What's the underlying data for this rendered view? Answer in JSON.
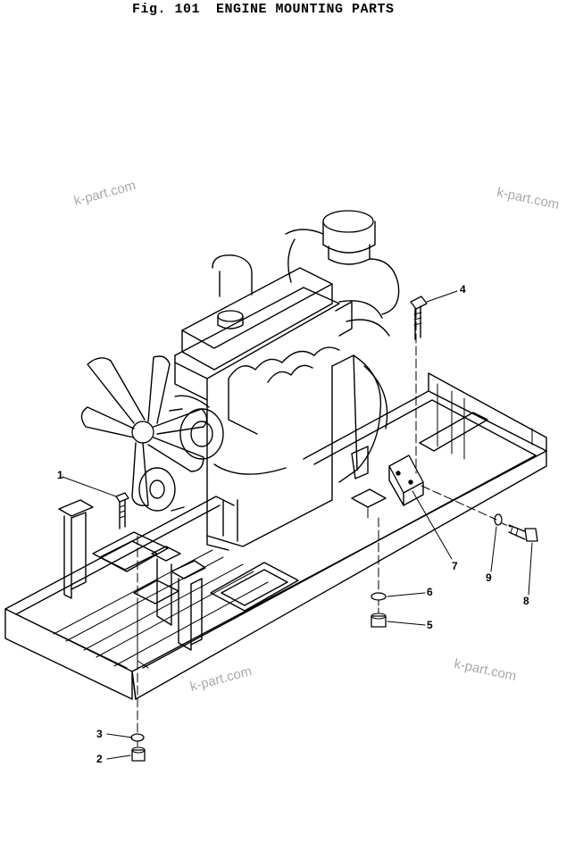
{
  "header": {
    "fig": "Fig. 101",
    "title": "ENGINE MOUNTING PARTS"
  },
  "watermarks": [
    "k-part.com",
    "k-part.com",
    "k-part.com",
    "k-part.com"
  ],
  "callouts": [
    "1",
    "2",
    "3",
    "4",
    "5",
    "6",
    "7",
    "8",
    "9"
  ]
}
